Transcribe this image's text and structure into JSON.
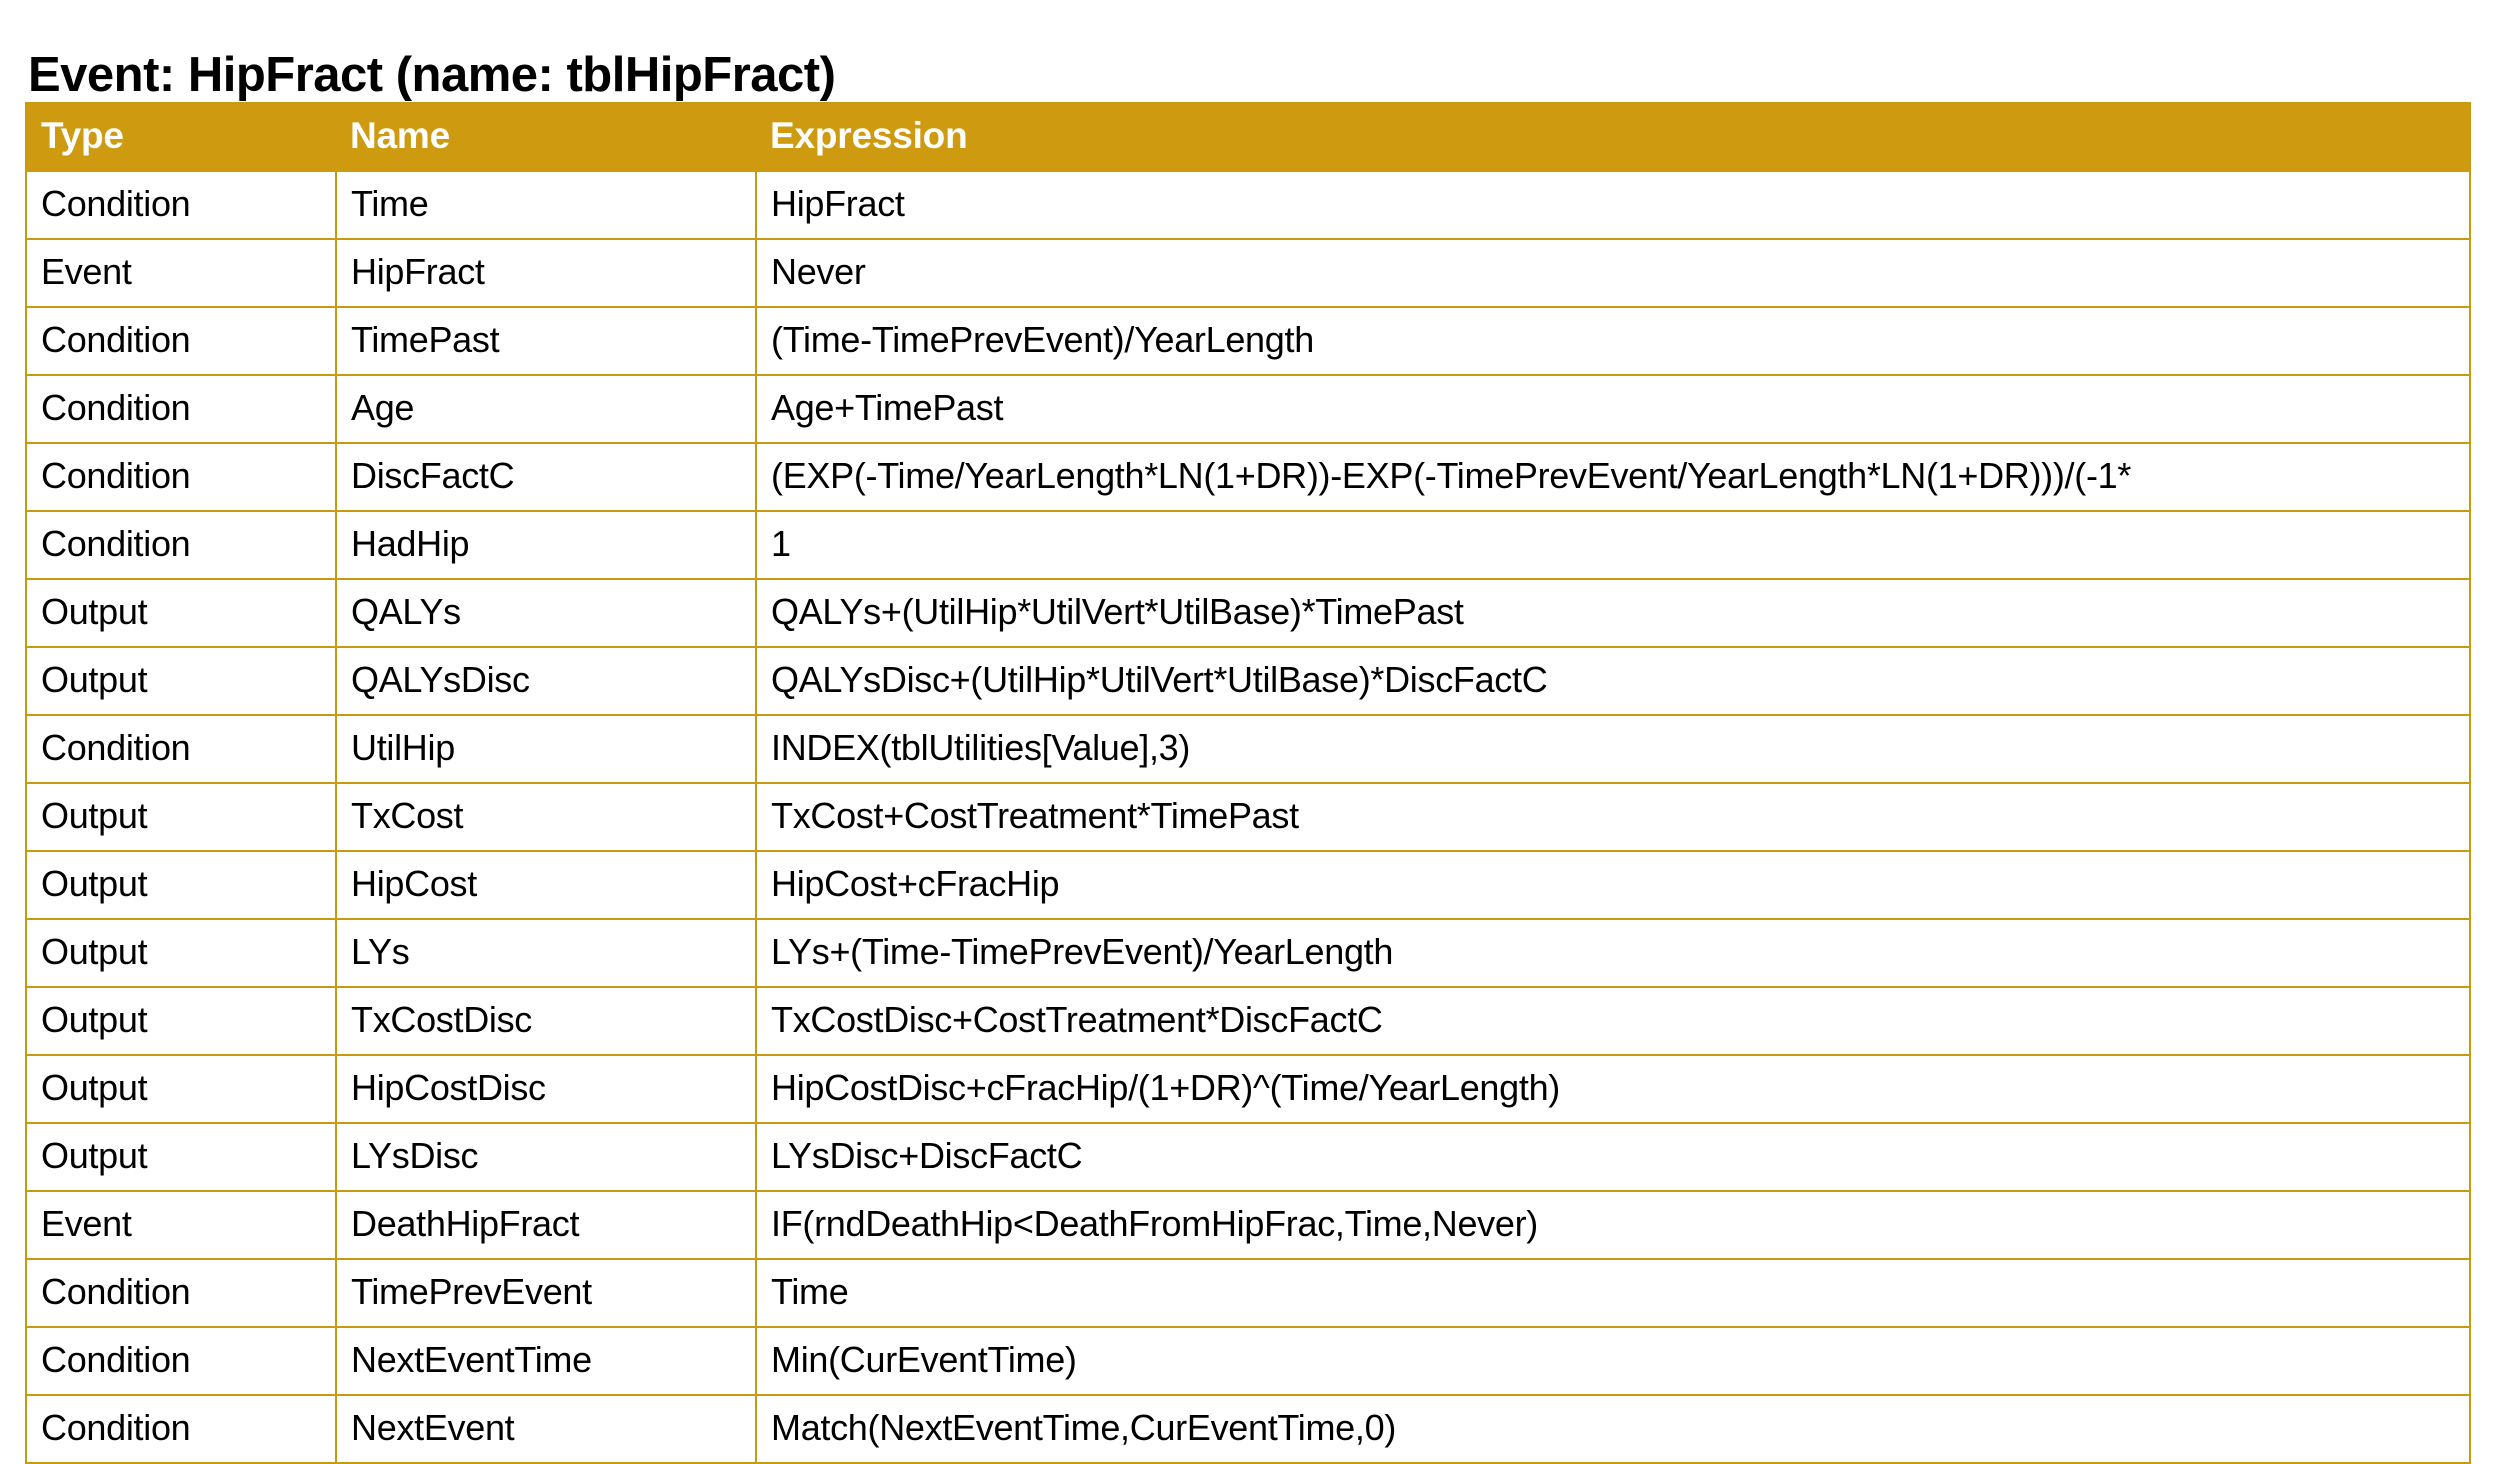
{
  "title": "Event: HipFract (name: tblHipFract)",
  "colors": {
    "header_background": "#CE9B10",
    "header_text": "#FFFFFF",
    "grid_line": "#C79A12",
    "body_text": "#000000",
    "page_background": "#FFFFFF"
  },
  "table": {
    "columns": [
      {
        "key": "type",
        "label": "Type"
      },
      {
        "key": "name",
        "label": "Name"
      },
      {
        "key": "expression",
        "label": "Expression"
      }
    ],
    "rows": [
      {
        "type": "Condition",
        "name": "Time",
        "expression": "HipFract"
      },
      {
        "type": "Event",
        "name": "HipFract",
        "expression": "Never"
      },
      {
        "type": "Condition",
        "name": "TimePast",
        "expression": "(Time-TimePrevEvent)/YearLength"
      },
      {
        "type": "Condition",
        "name": "Age",
        "expression": "Age+TimePast"
      },
      {
        "type": "Condition",
        "name": "DiscFactC",
        "expression": "(EXP(-Time/YearLength*LN(1+DR))-EXP(-TimePrevEvent/YearLength*LN(1+DR)))/(-1*"
      },
      {
        "type": "Condition",
        "name": "HadHip",
        "expression": "1"
      },
      {
        "type": "Output",
        "name": "QALYs",
        "expression": "QALYs+(UtilHip*UtilVert*UtilBase)*TimePast"
      },
      {
        "type": "Output",
        "name": "QALYsDisc",
        "expression": "QALYsDisc+(UtilHip*UtilVert*UtilBase)*DiscFactC"
      },
      {
        "type": "Condition",
        "name": "UtilHip",
        "expression": "INDEX(tblUtilities[Value],3)"
      },
      {
        "type": "Output",
        "name": "TxCost",
        "expression": "TxCost+CostTreatment*TimePast"
      },
      {
        "type": "Output",
        "name": "HipCost",
        "expression": "HipCost+cFracHip"
      },
      {
        "type": "Output",
        "name": "LYs",
        "expression": "LYs+(Time-TimePrevEvent)/YearLength"
      },
      {
        "type": "Output",
        "name": "TxCostDisc",
        "expression": "TxCostDisc+CostTreatment*DiscFactC"
      },
      {
        "type": "Output",
        "name": "HipCostDisc",
        "expression": "HipCostDisc+cFracHip/(1+DR)^(Time/YearLength)"
      },
      {
        "type": "Output",
        "name": "LYsDisc",
        "expression": "LYsDisc+DiscFactC"
      },
      {
        "type": "Event",
        "name": "DeathHipFract",
        "expression": "IF(rndDeathHip<DeathFromHipFrac,Time,Never)"
      },
      {
        "type": "Condition",
        "name": "TimePrevEvent",
        "expression": "Time"
      },
      {
        "type": "Condition",
        "name": "NextEventTime",
        "expression": "Min(CurEventTime)"
      },
      {
        "type": "Condition",
        "name": "NextEvent",
        "expression": "Match(NextEventTime,CurEventTime,0)"
      }
    ]
  }
}
